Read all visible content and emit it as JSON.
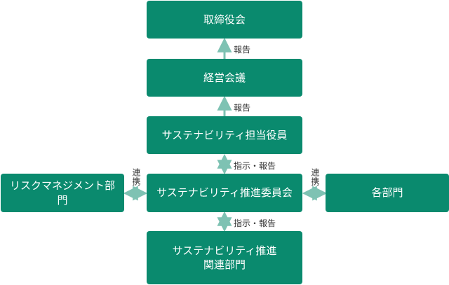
{
  "nodes": {
    "board": "取締役会",
    "management_meeting": "経営会議",
    "sustainability_officer": "サステナビリティ担当役員",
    "sustainability_committee": "サステナビリティ推進委員会",
    "risk_management_dept": "リスクマネジメント部門",
    "each_dept": "各部門",
    "related_dept_line1": "サステナビリティ推進",
    "related_dept_line2": "関連部門"
  },
  "edges": {
    "report_1": "報告",
    "report_2": "報告",
    "instruct_report_1": "指示・報告",
    "instruct_report_2": "指示・報告",
    "coord_left": "連携",
    "coord_right": "連携"
  },
  "colors": {
    "box": "#0a8a6e",
    "connector": "#7ec2b3",
    "text_on_box": "#ffffff",
    "label_text": "#333333"
  }
}
